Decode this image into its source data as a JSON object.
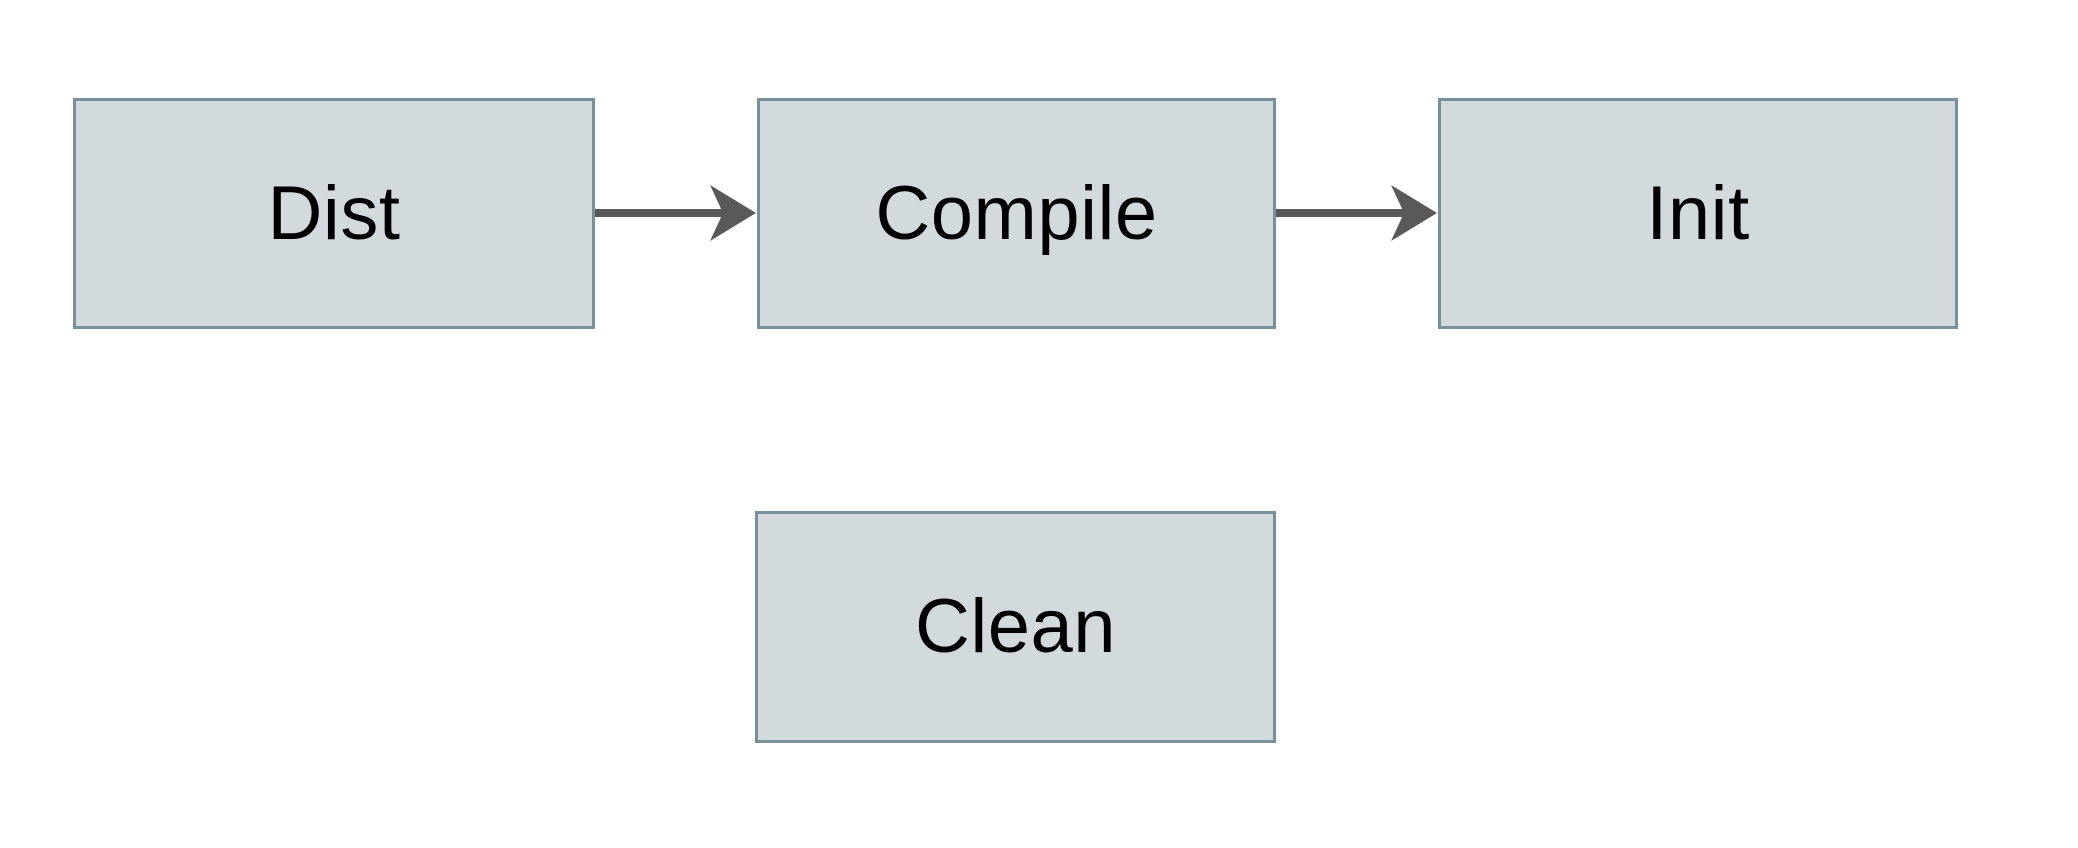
{
  "diagram": {
    "background_color": "#ffffff",
    "node_fill_color": "#d3dadd",
    "node_border_color": "#78909c",
    "label_text_color": "#000000",
    "arrow_color": "#595959",
    "nodes": [
      {
        "id": "dist",
        "label": "Dist"
      },
      {
        "id": "compile",
        "label": "Compile"
      },
      {
        "id": "init",
        "label": "Init"
      },
      {
        "id": "clean",
        "label": "Clean"
      }
    ],
    "edges": [
      {
        "from": "Dist",
        "to": "Compile",
        "direction": "right"
      },
      {
        "from": "Compile",
        "to": "Init",
        "direction": "right"
      }
    ]
  }
}
